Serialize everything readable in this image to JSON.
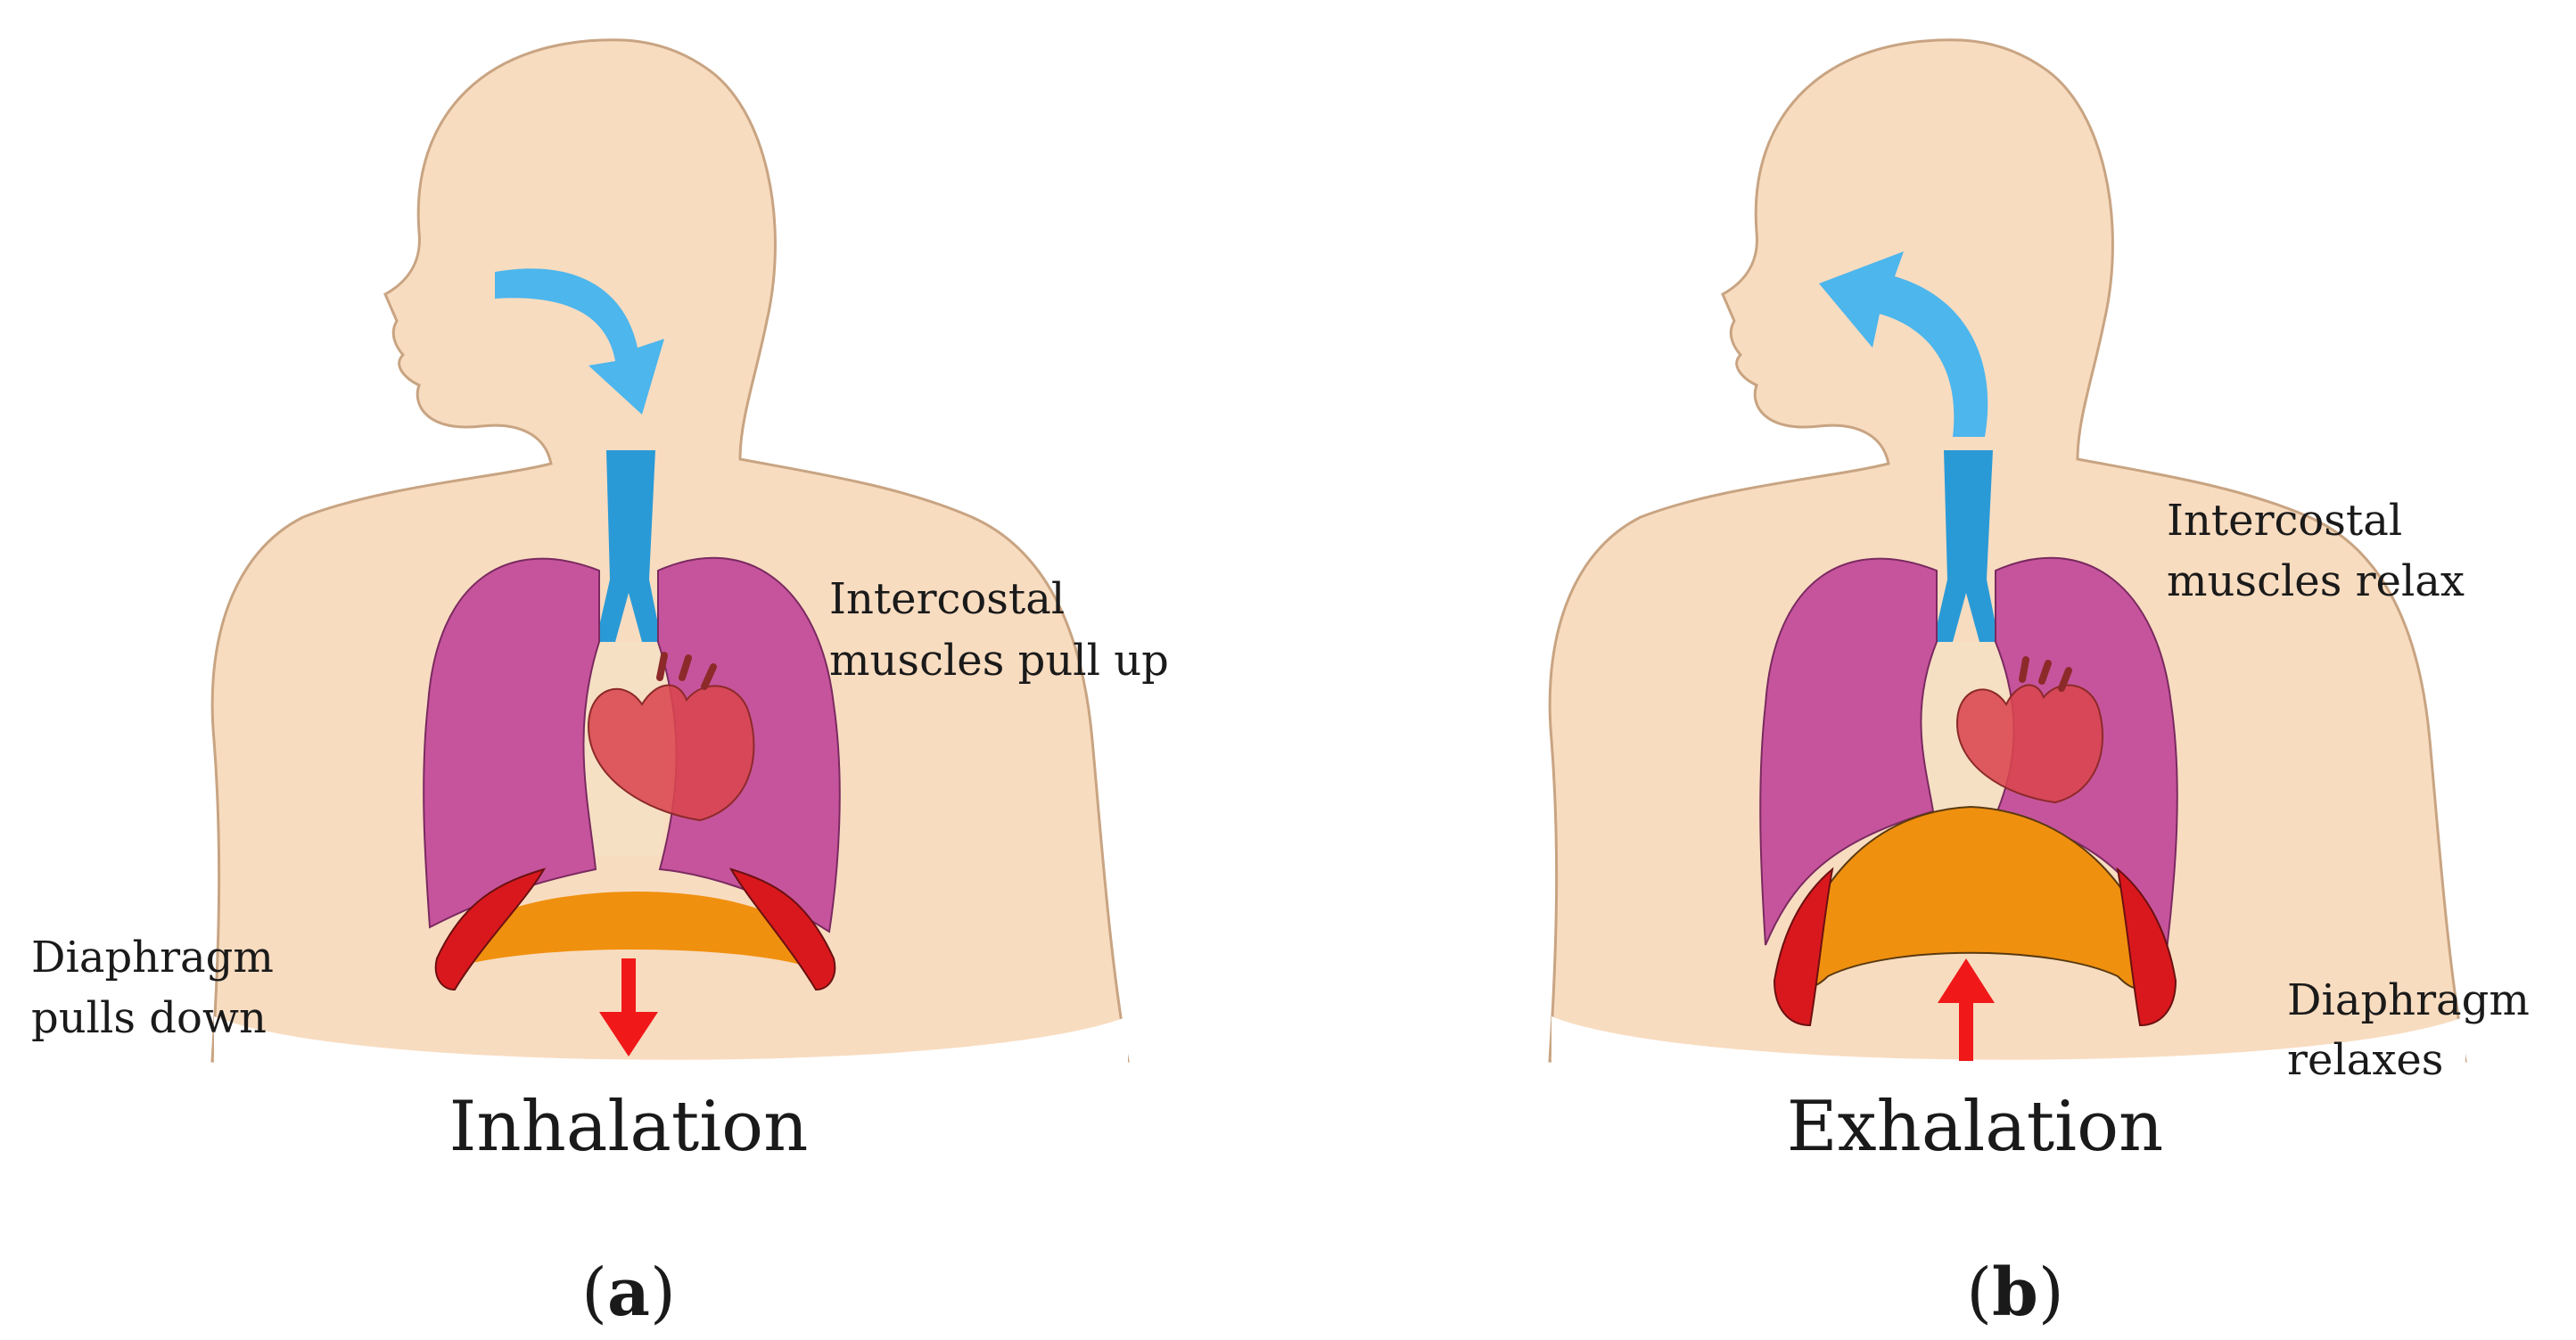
{
  "panels": {
    "a": {
      "title": "Inhalation",
      "caption_open": "(",
      "caption_letter": "a",
      "caption_close": ")",
      "intercostal_line1": "Intercostal",
      "intercostal_line2": "muscles pull up",
      "diaphragm_line1": "Diaphragm",
      "diaphragm_line2": "pulls down"
    },
    "b": {
      "title": "Exhalation",
      "caption_open": "(",
      "caption_letter": "b",
      "caption_close": ")",
      "intercostal_line1": "Intercostal",
      "intercostal_line2": "muscles relax",
      "diaphragm_line1": "Diaphragm",
      "diaphragm_line2": "relaxes"
    }
  },
  "colors": {
    "skin": "#f8dcc0",
    "skin_outline": "#c8a482",
    "lung": "#c6549c",
    "heart": "#d9464f",
    "diaphragm": "#f0900f",
    "intercostal": "#d9181e",
    "trachea": "#2a9ad6",
    "air_arrow": "#4db6ec",
    "motion_arrow": "#f01818"
  }
}
